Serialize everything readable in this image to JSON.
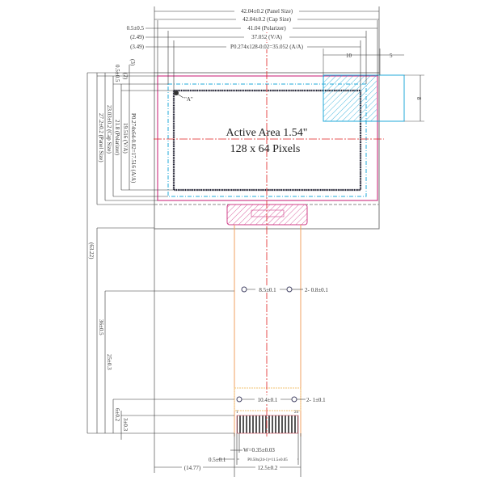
{
  "top_dims": {
    "panel_size": "42.04±0.2 (Panel Size)",
    "cap_size": "42.04±0.2 (Cap Size)",
    "polarizer": "41.04 (Polarizer)",
    "va": "37.052 (V/A)",
    "aa": "P0.274x128-0.02=35.052 (A/A)",
    "left_offset_1": "0.5±0.5",
    "left_offset_2": "(2.49)",
    "left_offset_3": "(3.49)",
    "right_10": "10",
    "right_5": "5",
    "right_8": "8"
  },
  "left_dims": {
    "top_offset_1": "0.5±0.5",
    "top_offset_2": "(2)",
    "top_offset_3": "(3)",
    "aa": "P0.274x64-0.02=17.516 (A/A)",
    "va": "19.516 (V/A)",
    "polarizer": "21.8 (Polarizer)",
    "cap_size": "23.03±0.2 (Cap Size)",
    "panel_size": "27.2±0.2 (Panel Size)",
    "total": "(63.22)",
    "fpc_36": "36±0.5",
    "fpc_25": "25±0.3",
    "fpc_6": "6±0.2",
    "fpc_3": "3±0.3"
  },
  "active_area": {
    "line1": "Active Area 1.54\"",
    "line2": "128 x 64 Pixels",
    "marker": "\"A\""
  },
  "fpc": {
    "hole_spacing_upper": "8.5±0.1",
    "hole_upper_dia": "2-  0.8±0.1",
    "hole_spacing_lower": "10.4±0.1",
    "hole_lower_dia": "2-  1±0.1",
    "pin_first": "1",
    "pin_last": "24",
    "pin_width": "W=0.35±0.03",
    "pin_edge": "0.5±0.1",
    "pin_pitch": "P0.50x(24-1)=11.5±0.05",
    "left_offset": "(14.77)",
    "width": "12.5±0.2"
  },
  "colors": {
    "polarizer": "#d0408a",
    "viewing_area": "#20a8d8",
    "center_line": "#e02020",
    "fpc": "#f0a060",
    "outline": "#555555"
  }
}
